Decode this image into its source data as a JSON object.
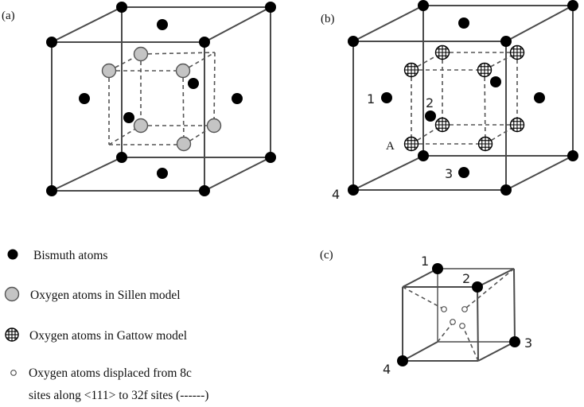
{
  "panels": {
    "a": {
      "label": "(a)",
      "model": "Sillen"
    },
    "b": {
      "label": "(b)",
      "model": "Gattow",
      "site_labels": {
        "face_left": "1",
        "inner_front": "2",
        "face_bottom": "3",
        "corner_front_bottom_left": "4",
        "oxygen_site": "A"
      }
    },
    "c": {
      "label": "(c)",
      "site_labels": {
        "top_back_left": "1",
        "top_front_right": "2",
        "bottom_back_right": "3",
        "bottom_front_left": "4"
      }
    }
  },
  "legend": {
    "items": [
      {
        "symbol": "bismuth-atom",
        "text": "Bismuth atoms"
      },
      {
        "symbol": "sillen-oxygen",
        "text": "Oxygen atoms in Sillen model"
      },
      {
        "symbol": "gattow-oxygen",
        "text": "Oxygen atoms in Gattow model"
      },
      {
        "symbol": "displaced-oxygen",
        "text_line1": "Oxygen atoms displaced from 8c",
        "text_line2": "sites along <111> to 32f sites (------)"
      }
    ]
  },
  "colors": {
    "bismuth": "#000000",
    "sillen_oxygen": "#c4c4c4",
    "edge": "#4a4a4a",
    "background": "#ffffff"
  }
}
